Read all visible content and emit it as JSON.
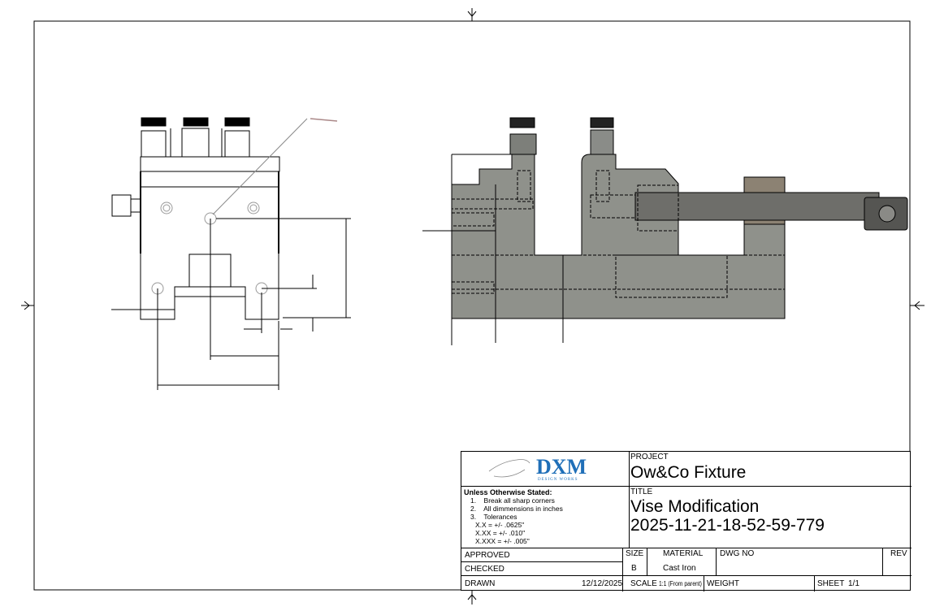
{
  "logo": {
    "brand": "DXM",
    "tagline": "DESIGN WORKS",
    "color": "#1f6fb8"
  },
  "notes": {
    "heading": "Unless Otherwise Stated:",
    "items": [
      "1.    Break all sharp corners",
      "2.    All dimmensions in inches",
      "3.    Tolerances"
    ],
    "tolerances": [
      "X.X = +/- .0625\"",
      "X.XX = +/- .010\"",
      "X.XXX = +/- .005\""
    ]
  },
  "project": {
    "label": "PROJECT",
    "value": "Ow&Co Fixture"
  },
  "title": {
    "label": "TITLE",
    "line1": "Vise Modification",
    "line2": "2025-11-21-18-52-59-779"
  },
  "approved": {
    "label": "APPROVED"
  },
  "checked": {
    "label": "CHECKED"
  },
  "drawn": {
    "label": "DRAWN",
    "date": "12/12/2025"
  },
  "size": {
    "label": "SIZE",
    "value": "B"
  },
  "material": {
    "label": "MATERIAL",
    "value": "Cast Iron"
  },
  "dwg_no": {
    "label": "DWG NO"
  },
  "rev": {
    "label": "REV"
  },
  "scale": {
    "label": "SCALE",
    "value": "1:1 (From parent)"
  },
  "weight": {
    "label": "WEIGHT"
  },
  "sheet": {
    "label": "SHEET",
    "value": "1/1"
  },
  "colors": {
    "part": "#8f918b",
    "block": "#8c8273",
    "rod": "#6e6e6a"
  }
}
